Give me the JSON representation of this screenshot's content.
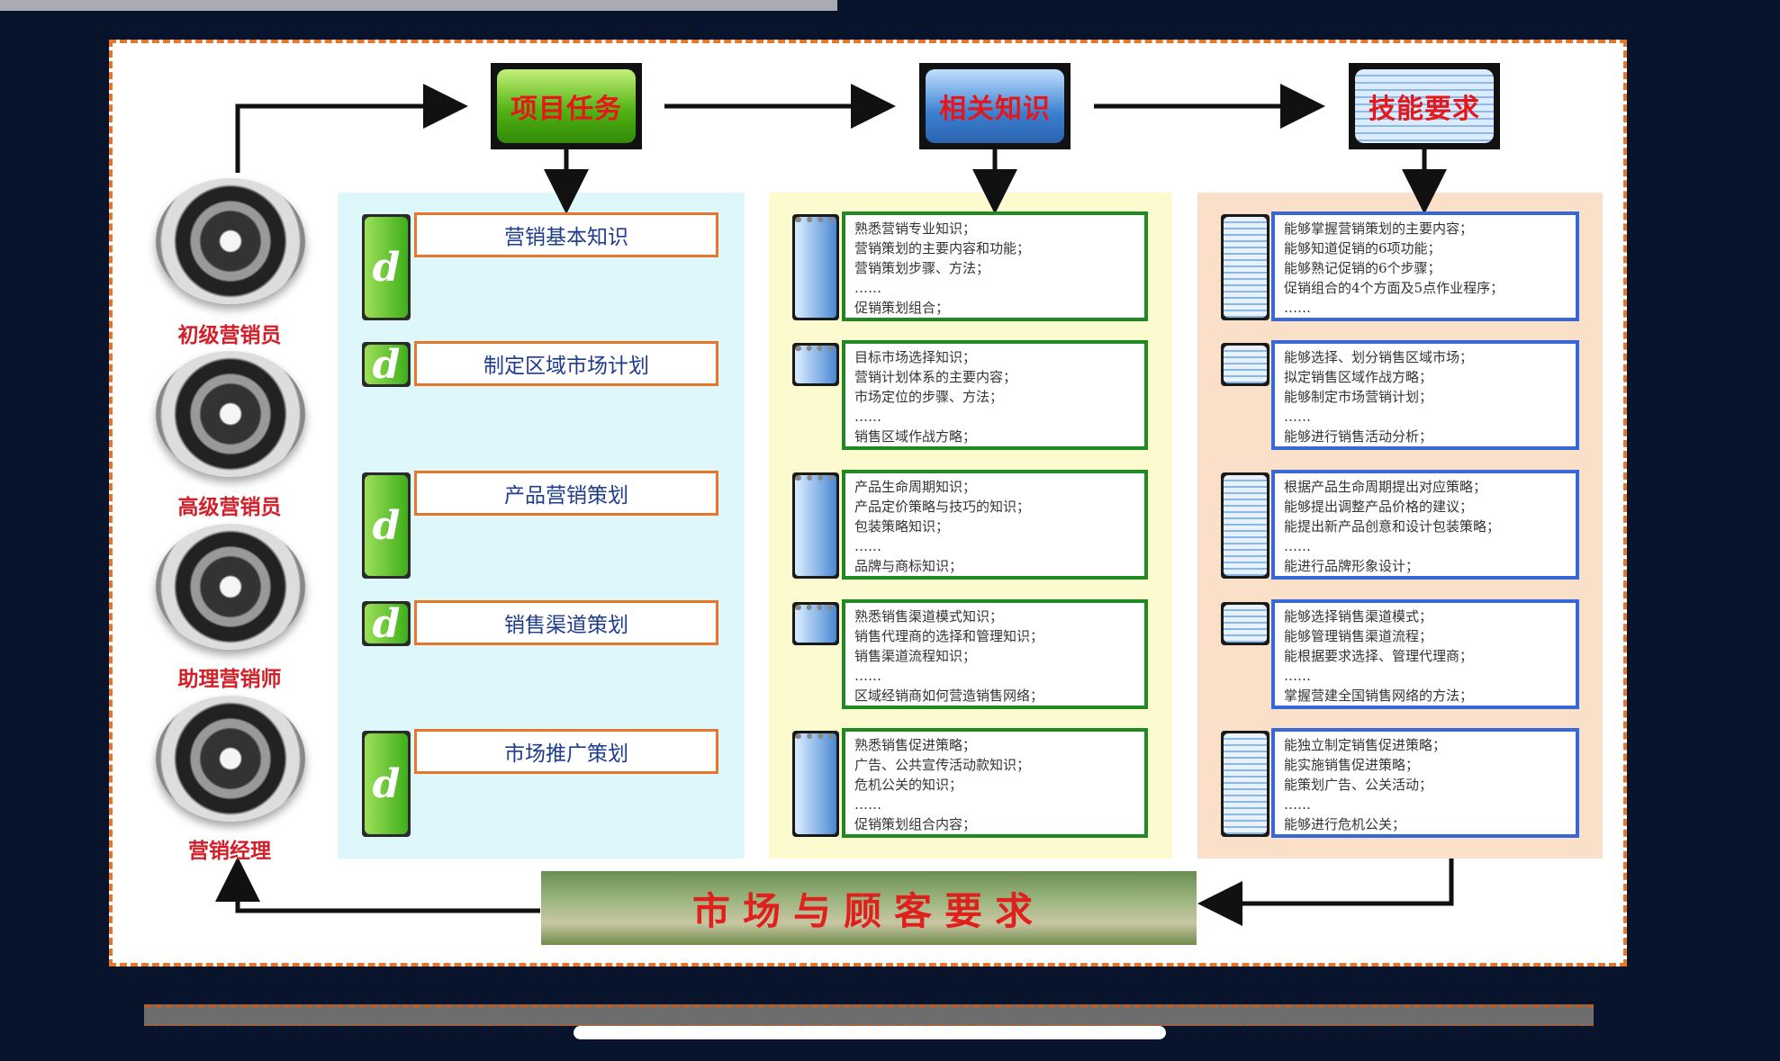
{
  "headers": {
    "task": "项目任务",
    "knowledge": "相关知识",
    "skill": "技能要求"
  },
  "roles": [
    "初级营销员",
    "高级营销员",
    "助理营销师",
    "营销经理"
  ],
  "tasks": [
    "营销基本知识",
    "制定区域市场计划",
    "产品营销策划",
    "销售渠道策划",
    "市场推广策划"
  ],
  "knowledge": [
    [
      "熟悉营销专业知识；",
      "营销策划的主要内容和功能；",
      "营销策划步骤、方法；",
      "……",
      "促销策划组合；"
    ],
    [
      "目标市场选择知识；",
      "营销计划体系的主要内容；",
      "市场定位的步骤、方法；",
      "……",
      "销售区域作战方略；"
    ],
    [
      "产品生命周期知识；",
      "产品定价策略与技巧的知识；",
      "包装策略知识；",
      "……",
      "品牌与商标知识；"
    ],
    [
      "熟悉销售渠道模式知识；",
      "销售代理商的选择和管理知识；",
      "销售渠道流程知识；",
      "……",
      "区域经销商如何营造销售网络；"
    ],
    [
      "熟悉销售促进策略；",
      "广告、公共宣传活动款知识；",
      "危机公关的知识；",
      "……",
      "促销策划组合内容；"
    ]
  ],
  "skills": [
    [
      "能够掌握营销策划的主要内容；",
      "能够知道促销的6项功能；",
      "能够熟记促销的6个步骤；",
      "促销组合的4个方面及5点作业程序；",
      "……"
    ],
    [
      "能够选择、划分销售区域市场；",
      "拟定销售区域作战方略；",
      "能够制定市场营销计划；",
      "……",
      "能够进行销售活动分析；"
    ],
    [
      "根据产品生命周期提出对应策略；",
      "能够提出调整产品价格的建议；",
      "能提出新产品创意和设计包装策略；",
      "……",
      "能进行品牌形象设计；"
    ],
    [
      "能够选择销售渠道模式；",
      "能够管理销售渠道流程；",
      "能根据要求选择、管理代理商；",
      "……",
      "掌握营建全国销售网络的方法；"
    ],
    [
      "能独立制定销售促进策略；",
      "能实施销售促进策略；",
      "能策划广告、公关活动；",
      "……",
      "能够进行危机公关；"
    ]
  ],
  "market": "市场与顾客要求",
  "colors": {
    "accent_red": "#e5171b",
    "task_border": "#e8762a",
    "knowledge_border": "#1f8a22",
    "skill_border": "#3768d6",
    "col_task_bg": "#ddf7fb",
    "col_knowledge_bg": "#fbfbcf",
    "col_skill_bg": "#fae0c9"
  },
  "icons": {
    "task_row": "green-d-icon",
    "knowledge_row": "notebook-pen-icon",
    "skill_row": "folder-icon",
    "role": "speaker-icon"
  }
}
